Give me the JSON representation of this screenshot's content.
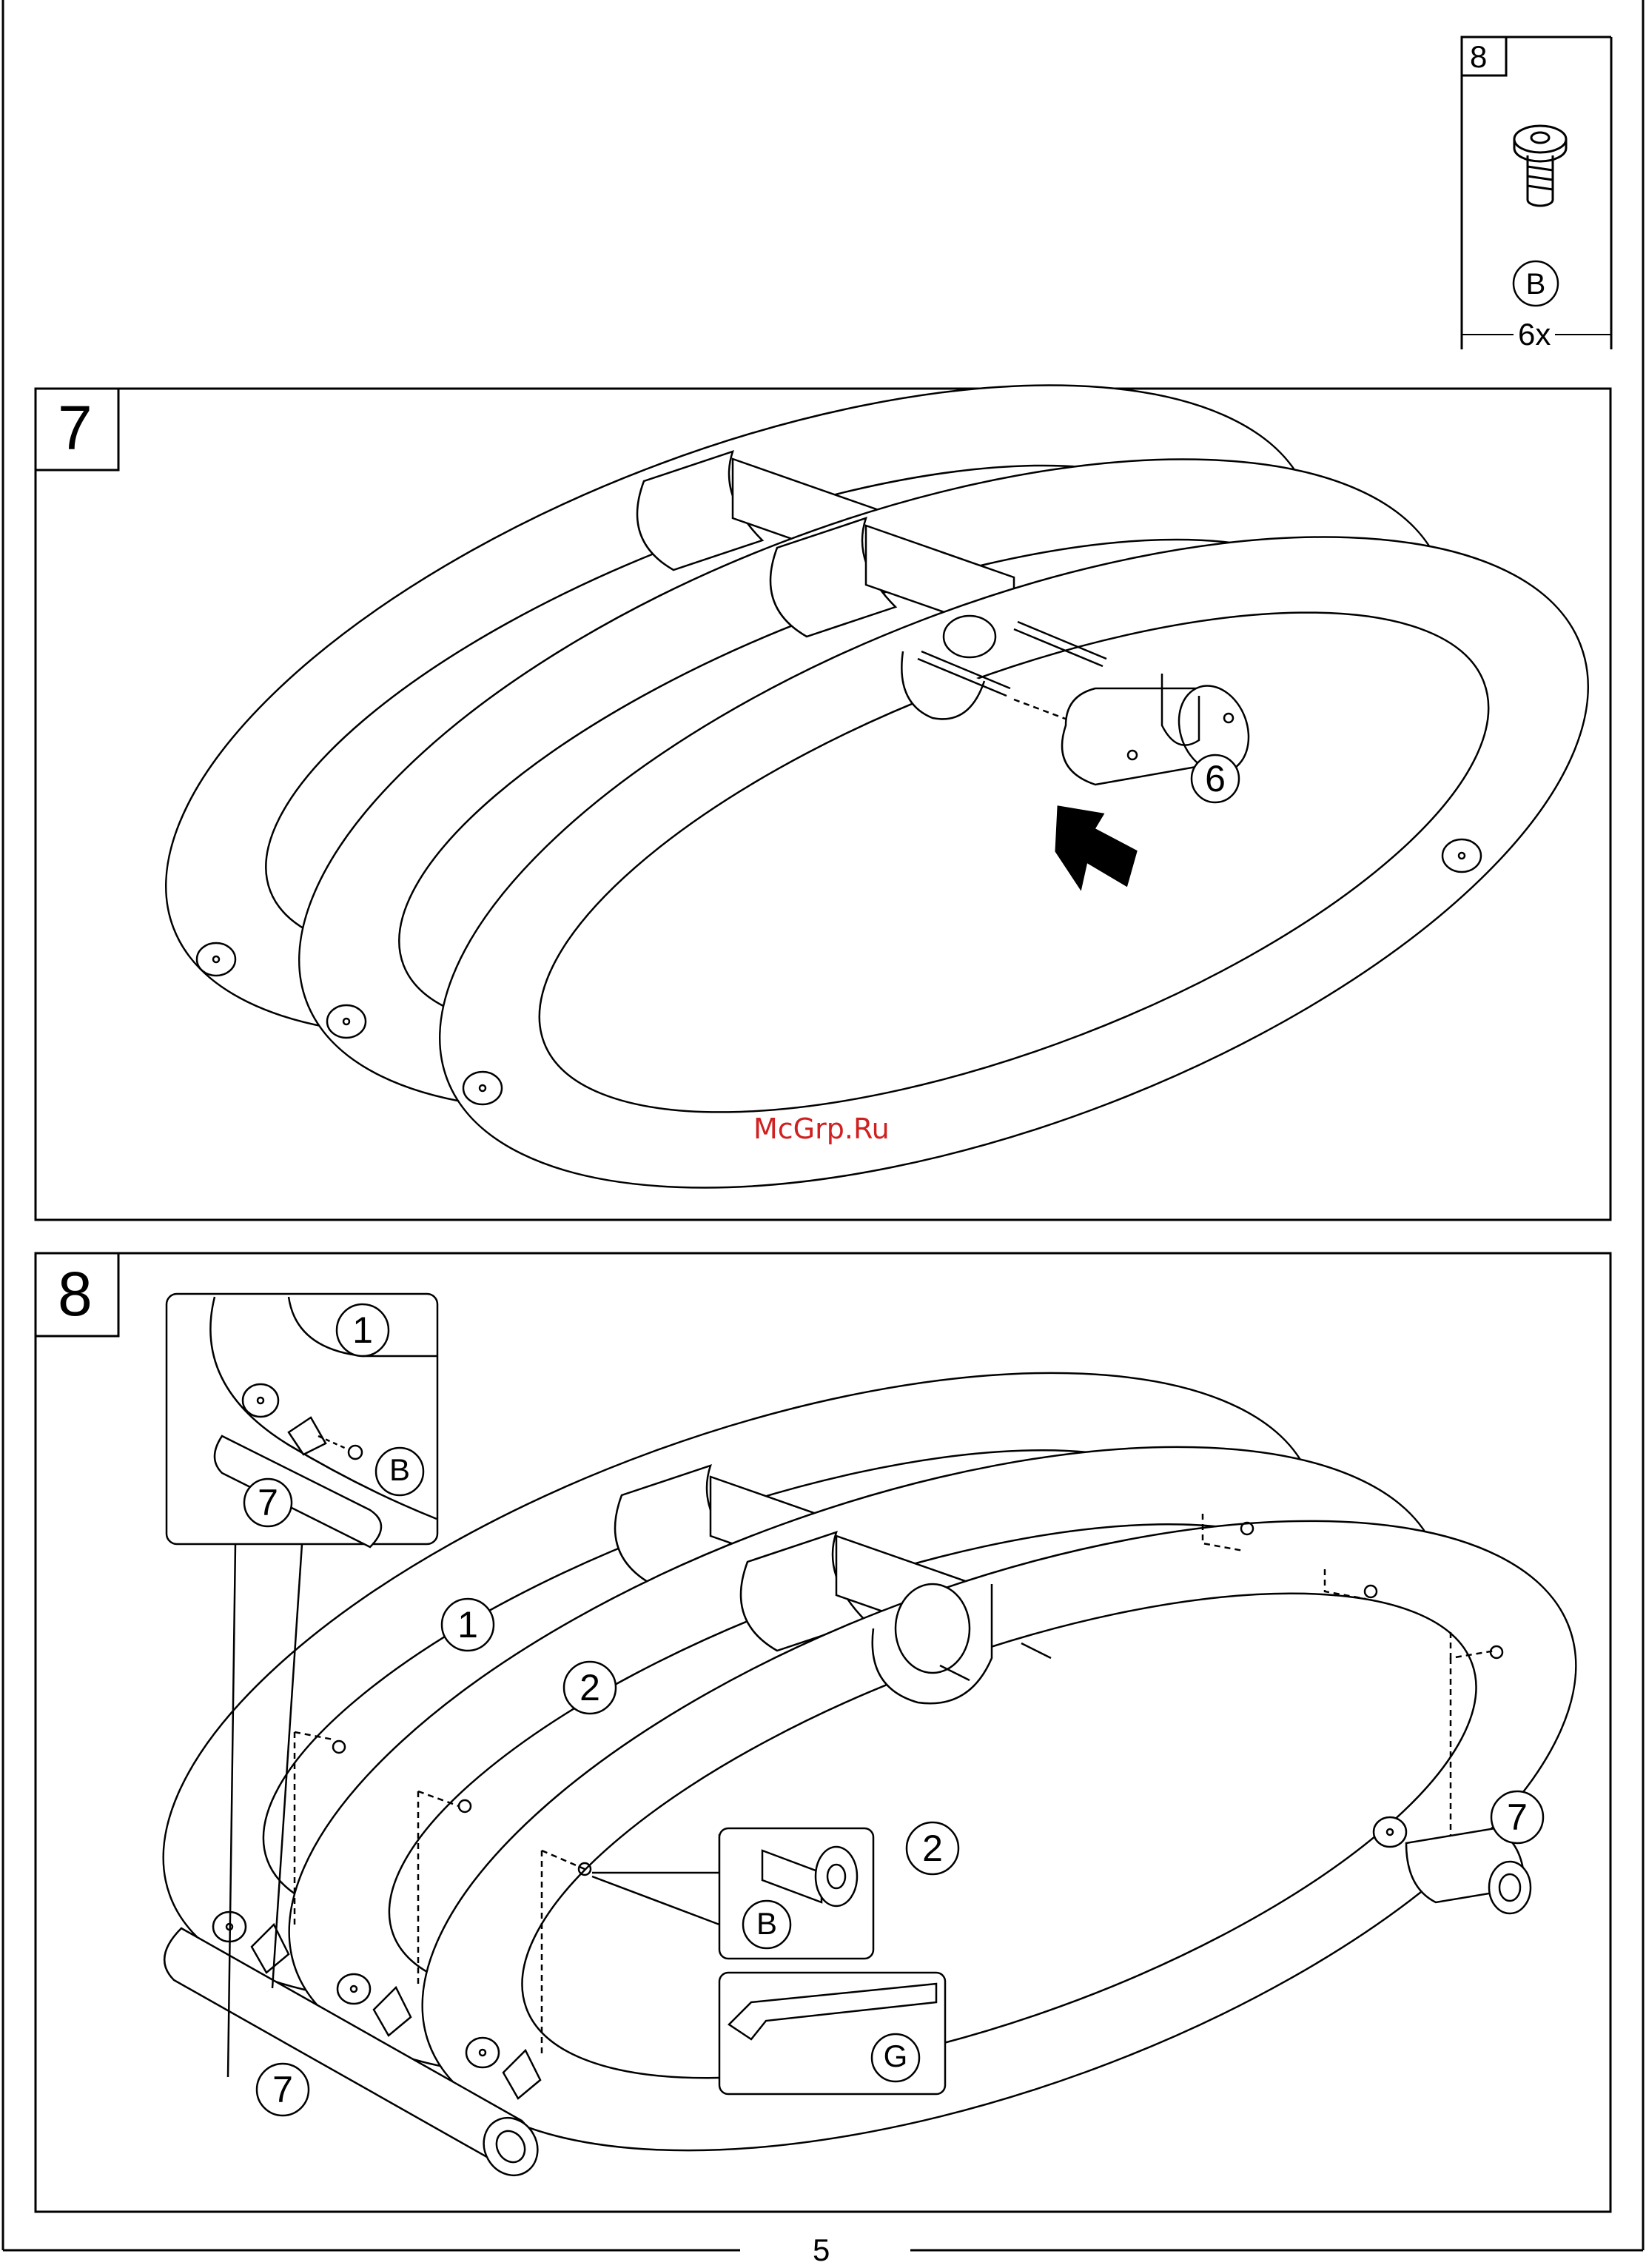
{
  "parts_box": {
    "step": "8",
    "part_letter": "B",
    "quantity": "6x"
  },
  "step7": {
    "step_number": "7",
    "callouts": {
      "tube": "6"
    }
  },
  "step8": {
    "step_number": "8",
    "callouts": {
      "inset_panel": "1",
      "inset_tube": "7",
      "inset_screw": "B",
      "panel_front": "1",
      "panel_middle": "2",
      "panel_right": "2",
      "screw_detail": "B",
      "tool": "G",
      "tube_right": "7",
      "tube_left": "7"
    }
  },
  "watermark": "McGrp.Ru",
  "page_number": "5"
}
